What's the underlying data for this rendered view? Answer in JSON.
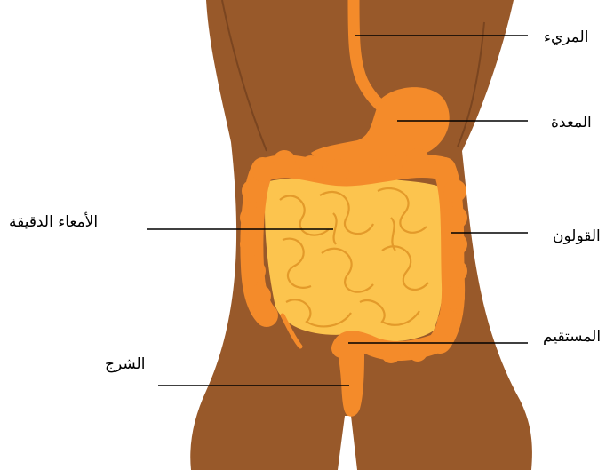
{
  "labels": {
    "esophagus": "المريء",
    "stomach": "المعدة",
    "colon": "القولون",
    "rectum": "المستقيم",
    "small_intestine": "الأمعاء الدقيقة",
    "anus": "الشرج"
  },
  "colors": {
    "body": "#98592a",
    "organ": "#f48b2a",
    "organ_dark": "#e07a1c",
    "small_intestine": "#fcc44e",
    "small_intestine_line": "#e39a2a",
    "leader_line": "#000000"
  }
}
